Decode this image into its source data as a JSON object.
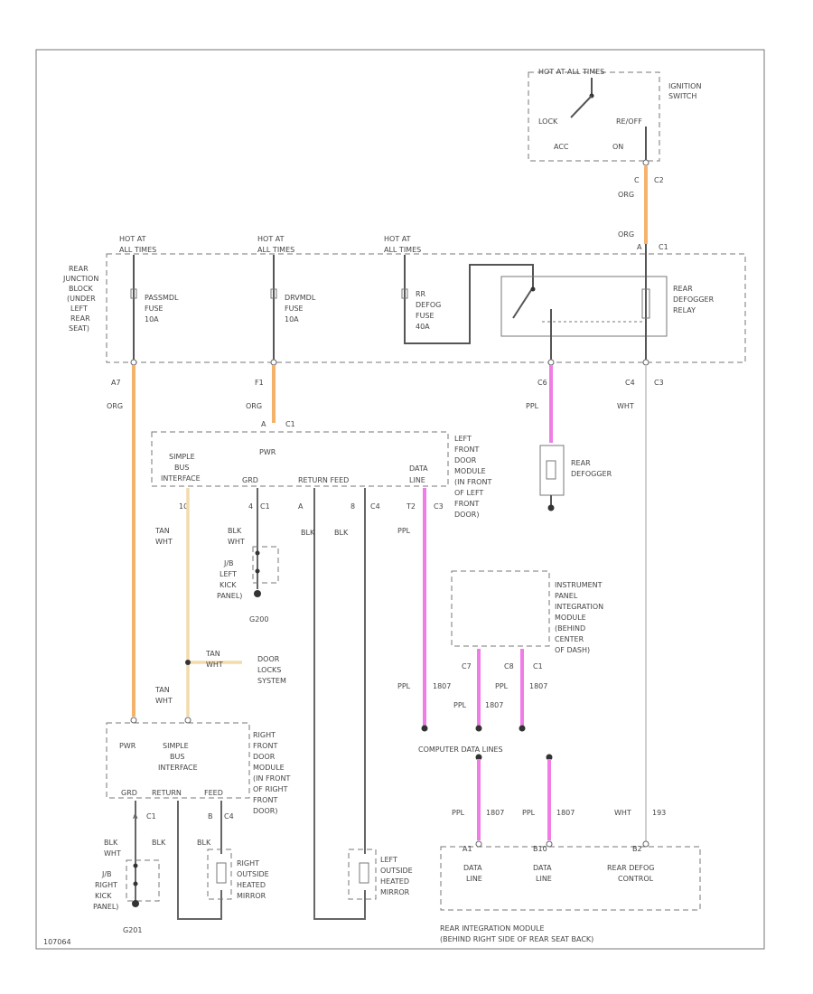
{
  "title_code": "107064",
  "ignition": {
    "hot_label": "HOT AT ALL TIMES",
    "name_l1": "IGNITION",
    "name_l2": "SWITCH",
    "lock": "LOCK",
    "acc": "ACC",
    "on": "ON",
    "off": "RE/OFF",
    "conn_c": "C",
    "conn_c2": "C2",
    "wire1": "ORG",
    "wire2": "ORG",
    "pin1": "A",
    "conn1": "C1"
  },
  "junction_block": {
    "l1": "REAR",
    "l2": "JUNCTION",
    "l3": "BLOCK",
    "l4": "(UNDER",
    "l5": "LEFT",
    "l6": "REAR",
    "l7": "SEAT)",
    "hot1_l1": "HOT AT",
    "hot1_l2": "ALL TIMES",
    "hot2_l1": "HOT AT",
    "hot2_l2": "ALL TIMES",
    "hot3_l1": "HOT AT",
    "hot3_l2": "ALL TIMES",
    "fuse1_l1": "PASSMDL",
    "fuse1_l2": "FUSE",
    "fuse1_l3": "10A",
    "fuse2_l1": "DRVMDL",
    "fuse2_l2": "FUSE",
    "fuse2_l3": "10A",
    "fuse3_l1": "RR",
    "fuse3_l2": "DEFOG",
    "fuse3_l3": "FUSE",
    "fuse3_l4": "40A",
    "relay_l1": "REAR",
    "relay_l2": "DEFOGGER",
    "relay_l3": "RELAY",
    "pin_a7": "A7",
    "pin_f1": "F1",
    "pin_c6": "C6",
    "pin_c4": "C4",
    "conn_c3": "C3",
    "wire_a7": "ORG",
    "wire_f1": "ORG",
    "wire_c6": "PPL",
    "wire_c4": "WHT"
  },
  "rear_defogger": {
    "l1": "REAR",
    "l2": "DEFOGGER"
  },
  "left_door_module": {
    "pwr": "PWR",
    "sbi_l1": "SIMPLE",
    "sbi_l2": "BUS",
    "sbi_l3": "INTERFACE",
    "gnd": "GRD",
    "ret_feed": "RETURN FEED",
    "data": "DATA",
    "line": "LINE",
    "l1": "LEFT",
    "l2": "FRONT",
    "l3": "DOOR",
    "l4": "MODULE",
    "l5": "(IN FRONT",
    "l6": "OF LEFT",
    "l7": "FRONT",
    "l8": "DOOR)",
    "pin_a": "A",
    "conn_c1": "C1",
    "pin_4": "4",
    "pin_c1": "C1",
    "pin_a2": "A",
    "pin_8": "8",
    "conn_c4": "C4",
    "pin_t2": "T2",
    "conn_c3": "C3",
    "pin_10": "10",
    "wire_tan1": "TAN",
    "wire_wht1": "WHT",
    "wire_blk1": "BLK",
    "wire_wht2": "WHT",
    "wire_blk2": "BLK",
    "wire_blk3": "BLK",
    "wire_ppl": "PPL"
  },
  "ground_g200": {
    "l1": "J/B",
    "l2": "LEFT",
    "l3": "KICK",
    "l4": "PANEL)",
    "id": "G200"
  },
  "door_locks": {
    "tan": "TAN",
    "wht": "WHT",
    "l1": "DOOR",
    "l2": "LOCKS",
    "l3": "SYSTEM"
  },
  "ipm": {
    "l1": "INSTRUMENT",
    "l2": "PANEL",
    "l3": "INTEGRATION",
    "l4": "MODULE",
    "l5": "(BEHIND",
    "l6": "CENTER",
    "l7": "OF DASH)",
    "pin_c7": "C7",
    "pin_c8": "C8",
    "conn_c1": "C1",
    "w1": "PPL",
    "n1": "1807",
    "w2": "PPL",
    "n2": "1807",
    "w3": "PPL",
    "n3": "1807"
  },
  "cdl": {
    "label": "COMPUTER DATA LINES"
  },
  "right_door_module": {
    "pwr": "PWR",
    "sbi_l1": "SIMPLE",
    "sbi_l2": "BUS",
    "sbi_l3": "INTERFACE",
    "gnd": "GRD",
    "ret": "RETURN",
    "feed": "FEED",
    "l1": "RIGHT",
    "l2": "FRONT",
    "l3": "DOOR",
    "l4": "MODULE",
    "l5": "(IN FRONT",
    "l6": "OF RIGHT",
    "l7": "FRONT",
    "l8": "DOOR)",
    "tan": "TAN",
    "wht": "WHT",
    "pin_a": "A",
    "conn_c1": "C1",
    "pin_c4": "C4",
    "pin_b": "B",
    "wire_blk1": "BLK",
    "wire_wht": "WHT",
    "wire_blk2": "BLK",
    "wire_blk3": "BLK"
  },
  "ground_g201": {
    "l1": "J/B",
    "l2": "RIGHT",
    "l3": "KICK",
    "l4": "PANEL)",
    "id": "G201"
  },
  "right_mirror": {
    "l1": "RIGHT",
    "l2": "OUTSIDE",
    "l3": "HEATED",
    "l4": "MIRROR"
  },
  "left_mirror": {
    "l1": "LEFT",
    "l2": "OUTSIDE",
    "l3": "HEATED",
    "l4": "MIRROR"
  },
  "rim": {
    "w1": "PPL",
    "n1": "1807",
    "w2": "PPL",
    "n2": "1807",
    "w3": "WHT",
    "n3": "193",
    "pin1": "A1",
    "pin2": "B10",
    "pin3": "B2",
    "data1_l1": "DATA",
    "data1_l2": "LINE",
    "data2_l1": "DATA",
    "data2_l2": "LINE",
    "rdc_l1": "REAR DEFOG",
    "rdc_l2": "CONTROL",
    "name_l1": "REAR INTEGRATION MODULE",
    "name_l2": "(BEHIND RIGHT SIDE OF REAR SEAT BACK)"
  }
}
